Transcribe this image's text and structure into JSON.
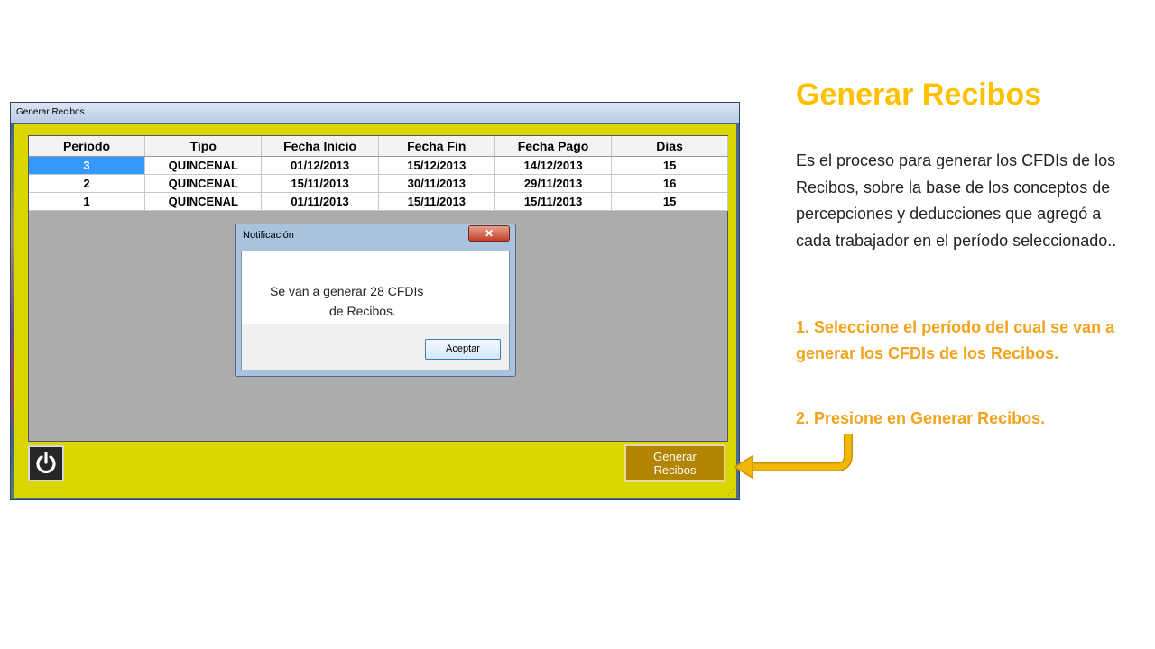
{
  "window": {
    "title": "Generar Recibos",
    "columns": [
      "Periodo",
      "Tipo",
      "Fecha Inicio",
      "Fecha Fin",
      "Fecha Pago",
      "Dias"
    ],
    "rows": [
      [
        "3",
        "QUINCENAL",
        "01/12/2013",
        "15/12/2013",
        "14/12/2013",
        "15"
      ],
      [
        "2",
        "QUINCENAL",
        "15/11/2013",
        "30/11/2013",
        "29/11/2013",
        "16"
      ],
      [
        "1",
        "QUINCENAL",
        "01/11/2013",
        "15/11/2013",
        "15/11/2013",
        "15"
      ]
    ],
    "selected_row": 0,
    "generate_button_line1": "Generar",
    "generate_button_line2": "Recibos",
    "power_icon": "power-icon"
  },
  "dialog": {
    "title": "Notificación",
    "close_label": "✕",
    "message_line1": "Se van a generar 28 CFDIs",
    "message_line2": "de Recibos.",
    "accept_label": "Aceptar"
  },
  "side": {
    "title": "Generar Recibos",
    "description": "Es el proceso para generar los CFDIs de los Recibos, sobre la base de los conceptos de percepciones y deducciones que agregó a cada trabajador en el período seleccionado..",
    "step1": "1. Seleccione el período del cual se van a generar los CFDIs de los Recibos.",
    "step2": "2. Presione en Generar Recibos."
  },
  "colors": {
    "accent_title": "#ffc000",
    "step_text": "#f2a31c",
    "window_background": "#dcd600",
    "button_background": "#b38400",
    "selection": "#3399ff",
    "arrow": "#f2b705"
  }
}
